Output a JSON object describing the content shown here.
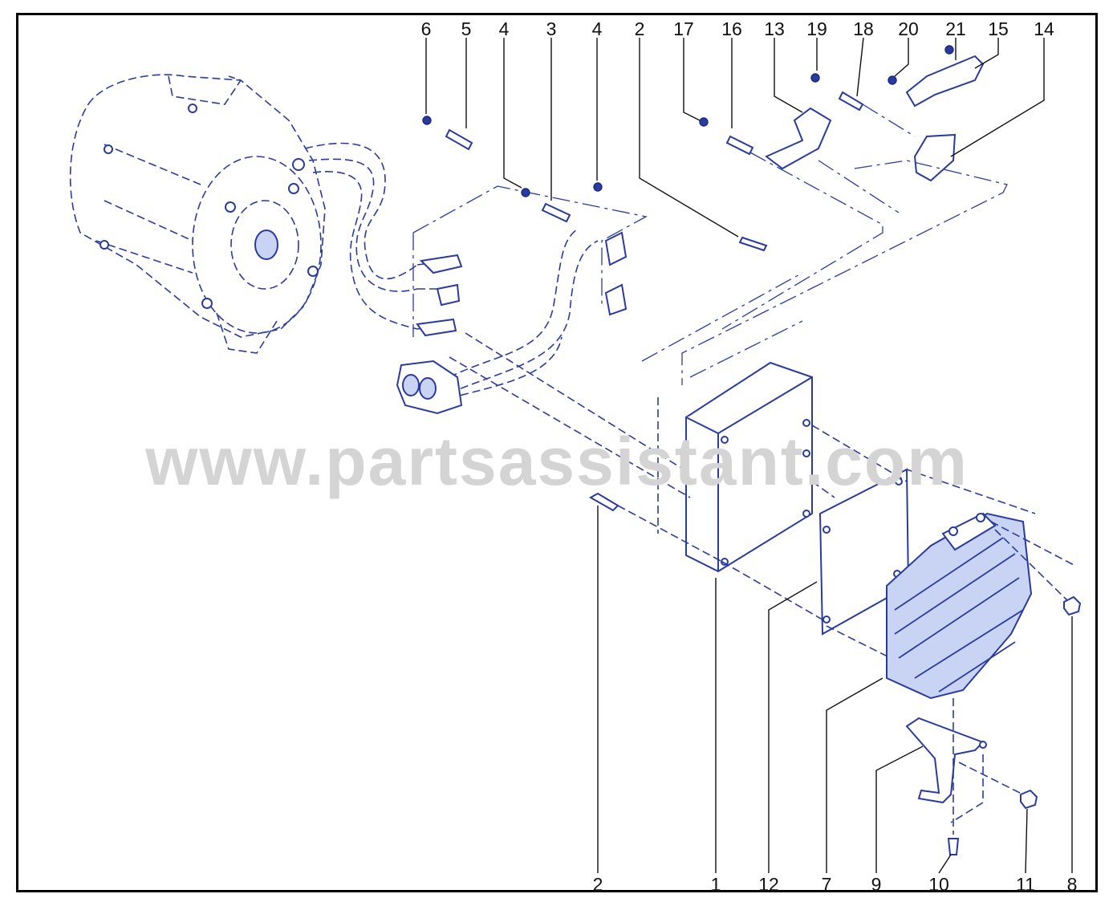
{
  "watermark": "www.partsassistant.com",
  "top_callouts": [
    {
      "id": "6",
      "text": "6"
    },
    {
      "id": "5",
      "text": "5"
    },
    {
      "id": "4a",
      "text": "4"
    },
    {
      "id": "3",
      "text": "3"
    },
    {
      "id": "4b",
      "text": "4"
    },
    {
      "id": "2a",
      "text": "2"
    },
    {
      "id": "17",
      "text": "17"
    },
    {
      "id": "16",
      "text": "16"
    },
    {
      "id": "13",
      "text": "13"
    },
    {
      "id": "19",
      "text": "19"
    },
    {
      "id": "18",
      "text": "18"
    },
    {
      "id": "20",
      "text": "20"
    },
    {
      "id": "21",
      "text": "21"
    },
    {
      "id": "15",
      "text": "15"
    },
    {
      "id": "14",
      "text": "14"
    }
  ],
  "bottom_callouts": [
    {
      "id": "2b",
      "text": "2"
    },
    {
      "id": "1",
      "text": "1"
    },
    {
      "id": "12",
      "text": "12"
    },
    {
      "id": "7",
      "text": "7"
    },
    {
      "id": "9",
      "text": "9"
    },
    {
      "id": "10",
      "text": "10"
    },
    {
      "id": "11",
      "text": "11"
    },
    {
      "id": "8",
      "text": "8"
    }
  ],
  "colors": {
    "line": "#2a3b9e",
    "fill": "#c9d3f3",
    "label": "#111111",
    "watermark": "#d4d4d4"
  }
}
